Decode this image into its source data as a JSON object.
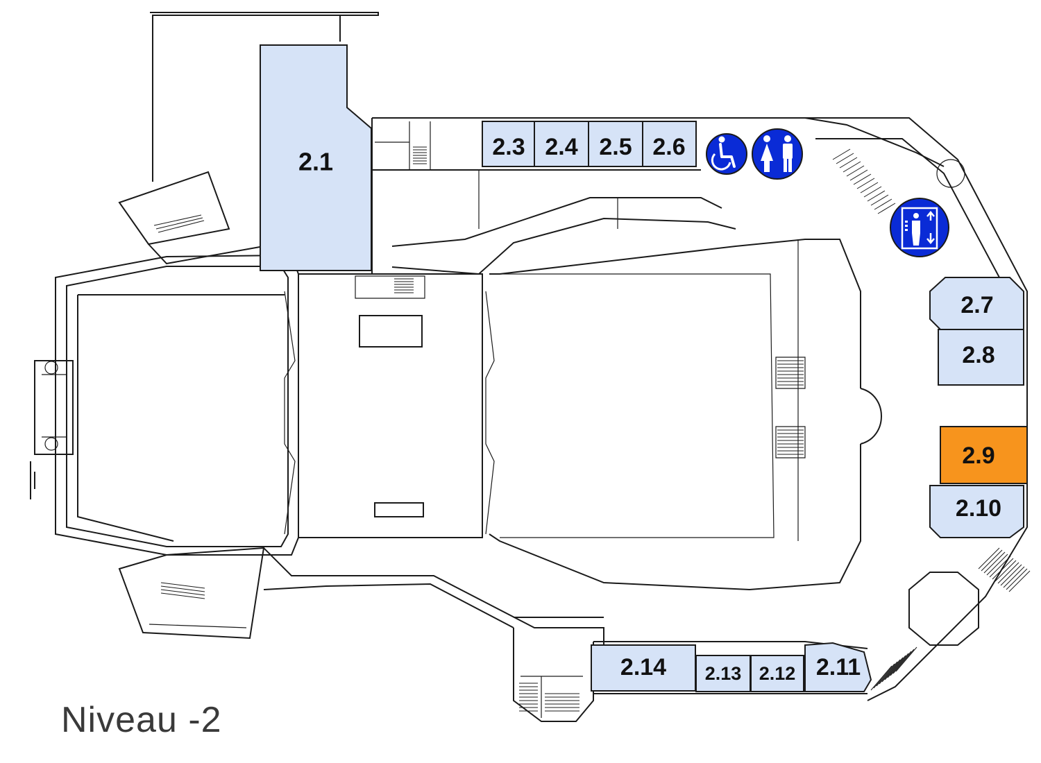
{
  "map": {
    "level_label": "Niveau -2",
    "colors": {
      "room_fill": "#d6e3f7",
      "highlight_fill": "#f7941d",
      "icon_fill": "#0a2bd6",
      "wall": "#1a1a1a"
    },
    "rooms": [
      {
        "id": "2.1",
        "label": "2.1",
        "highlighted": false
      },
      {
        "id": "2.3",
        "label": "2.3",
        "highlighted": false
      },
      {
        "id": "2.4",
        "label": "2.4",
        "highlighted": false
      },
      {
        "id": "2.5",
        "label": "2.5",
        "highlighted": false
      },
      {
        "id": "2.6",
        "label": "2.6",
        "highlighted": false
      },
      {
        "id": "2.7",
        "label": "2.7",
        "highlighted": false
      },
      {
        "id": "2.8",
        "label": "2.8",
        "highlighted": false
      },
      {
        "id": "2.9",
        "label": "2.9",
        "highlighted": true
      },
      {
        "id": "2.10",
        "label": "2.10",
        "highlighted": false
      },
      {
        "id": "2.11",
        "label": "2.11",
        "highlighted": false
      },
      {
        "id": "2.12",
        "label": "2.12",
        "highlighted": false
      },
      {
        "id": "2.13",
        "label": "2.13",
        "highlighted": false
      },
      {
        "id": "2.14",
        "label": "2.14",
        "highlighted": false
      }
    ],
    "icons": [
      "wheelchair-icon",
      "restroom-icon",
      "elevator-icon"
    ]
  }
}
